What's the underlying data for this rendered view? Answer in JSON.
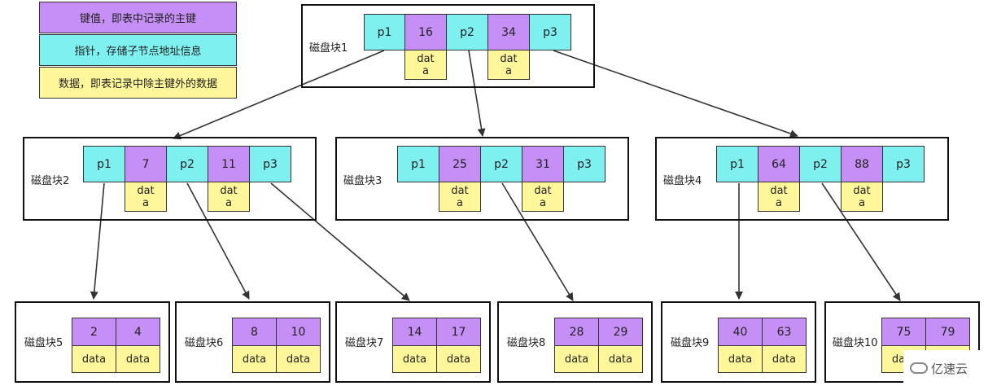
{
  "legend": [
    {
      "text": "键值，即表中记录的主键",
      "color": "#c58ff5"
    },
    {
      "text": "指针，存储子节点地址信息",
      "color": "#7ff0f0"
    },
    {
      "text": "数据，即表记录中除主键外的数据",
      "color": "#fff79a"
    }
  ],
  "disks": {
    "d1": {
      "label": "磁盘块1",
      "p1": "p1",
      "k1": "16",
      "p2": "p2",
      "k2": "34",
      "p3": "p3",
      "data": "dat a"
    },
    "d2": {
      "label": "磁盘块2",
      "p1": "p1",
      "k1": "7",
      "p2": "p2",
      "k2": "11",
      "p3": "p3",
      "data": "dat a"
    },
    "d3": {
      "label": "磁盘块3",
      "p1": "p1",
      "k1": "25",
      "p2": "p2",
      "k2": "31",
      "p3": "p3",
      "data": "dat a"
    },
    "d4": {
      "label": "磁盘块4",
      "p1": "p1",
      "k1": "64",
      "p2": "p2",
      "k2": "88",
      "p3": "p3",
      "data": "dat a"
    }
  },
  "leaves": {
    "d5": {
      "label": "磁盘块5",
      "k1": "2",
      "k2": "4",
      "data": "data"
    },
    "d6": {
      "label": "磁盘块6",
      "k1": "8",
      "k2": "10",
      "data": "data"
    },
    "d7": {
      "label": "磁盘块7",
      "k1": "14",
      "k2": "17",
      "data": "data"
    },
    "d8": {
      "label": "磁盘块8",
      "k1": "28",
      "k2": "29",
      "data": "data"
    },
    "d9": {
      "label": "磁盘块9",
      "k1": "40",
      "k2": "63",
      "data": "data"
    },
    "d10": {
      "label": "磁盘块10",
      "k1": "75",
      "k2": "79",
      "data": "data"
    }
  },
  "watermark": "亿速云"
}
